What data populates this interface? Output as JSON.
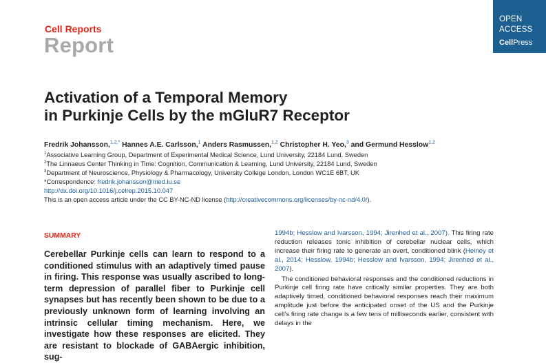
{
  "header": {
    "journal": "Cell Reports",
    "article_type": "Report",
    "badge_line1": "OPEN",
    "badge_line2": "ACCESS",
    "badge_cell": "Cell",
    "badge_press": "Press"
  },
  "colors": {
    "accent_red": "#e2231a",
    "badge_blue": "#1d5f91",
    "link_blue": "#1a5a9a",
    "gray_heading": "#a7a9ac"
  },
  "title": {
    "line1": "Activation of a Temporal Memory",
    "line2": "in Purkinje Cells by the mGluR7 Receptor"
  },
  "authors": [
    {
      "name": "Fredrik Johansson,",
      "sup": "1,2,*"
    },
    {
      "name": "Hannes A.E. Carlsson,",
      "sup": "1"
    },
    {
      "name": "Anders Rasmussen,",
      "sup": "1,2"
    },
    {
      "name": "Christopher H. Yeo,",
      "sup": "3"
    },
    {
      "name": "and Germund Hesslow",
      "sup": "1,2"
    }
  ],
  "affiliations": {
    "aff1_sup": "1",
    "aff1": "Associative Learning Group, Department of Experimental Medical Science, Lund University, 22184 Lund, Sweden",
    "aff2_sup": "2",
    "aff2": "The Linnaeus Center Thinking in Time: Cognition, Communication & Learning, Lund University, 22184 Lund, Sweden",
    "aff3_sup": "3",
    "aff3": "Department of Neuroscience, Physiology & Pharmacology, University College London, London WC1E 6BT, UK",
    "correspondence_label": "*Correspondence: ",
    "email": "fredrik.johansson@med.lu.se",
    "doi": "http://dx.doi.org/10.1016/j.celrep.2015.10.047",
    "license_text": "This is an open access article under the CC BY-NC-ND license (",
    "license_url": "http://creativecommons.org/licenses/by-nc-nd/4.0/",
    "license_end": ")."
  },
  "summary": {
    "heading": "SUMMARY",
    "text": "Cerebellar Purkinje cells can learn to respond to a conditioned stimulus with an adaptively timed pause in firing. This response was usually ascribed to long-term depression of parallel fiber to Purkinje cell synapses but has recently been shown to be due to a previously unknown form of learning involving an intrinsic cellular timing mechanism. Here, we investigate how these responses are elicited. They are resistant to blockade of GABAergic inhibition, sug-"
  },
  "right_column": {
    "p1_ref1": "1994b; Hesslow and Ivarsson, 1994; Jirenhed et al., 2007).",
    "p1_text": " This firing rate reduction releases tonic inhibition of cerebellar nuclear cells, which increase their firing rate to generate an overt, conditioned blink (",
    "p1_ref2": "Heiney et al., 2014; Hesslow, 1994b; Hesslow and Ivarsson, 1994; Jirenhed et al., 2007",
    "p1_end": ").",
    "p2_text": "The conditioned behavioral responses and the conditioned reductions in Purkinje cell firing rate have critically similar properties. They are both adaptively timed, conditioned behavioral responses reach their maximum amplitude just before the anticipated onset of the US and the Purkinje cell’s firing rate change is a few tens of milliseconds earlier, consistent with delays in the"
  }
}
